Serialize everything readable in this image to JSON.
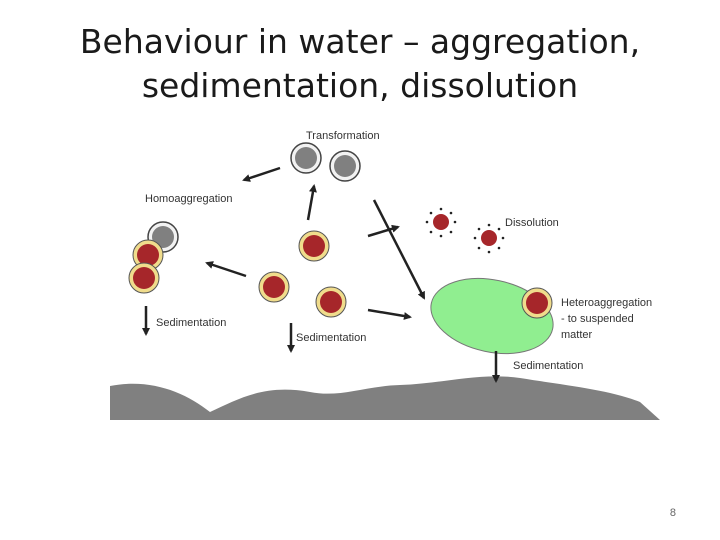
{
  "slide": {
    "title_line1": "Behaviour in water – aggregation,",
    "title_line2": "sedimentation, dissolution",
    "page_number": "8"
  },
  "labels": {
    "transformation": "Transformation",
    "homoaggregation": "Homoaggregation",
    "dissolution": "Dissolution",
    "heteroaggregation_1": "Heteroaggregation",
    "heteroaggregation_2": "- to suspended",
    "heteroaggregation_3": "matter",
    "sedimentation_left": "Sedimentation",
    "sedimentation_center": "Sedimentation",
    "sedimentation_right": "Sedimentation"
  },
  "colors": {
    "nanoparticle_core": "#a6262a",
    "nanoparticle_ring": "#f0dc8c",
    "transformed_particle": "#808080",
    "suspended_matter": "#90ee90",
    "sediment": "#808080",
    "arrow": "#222222"
  }
}
